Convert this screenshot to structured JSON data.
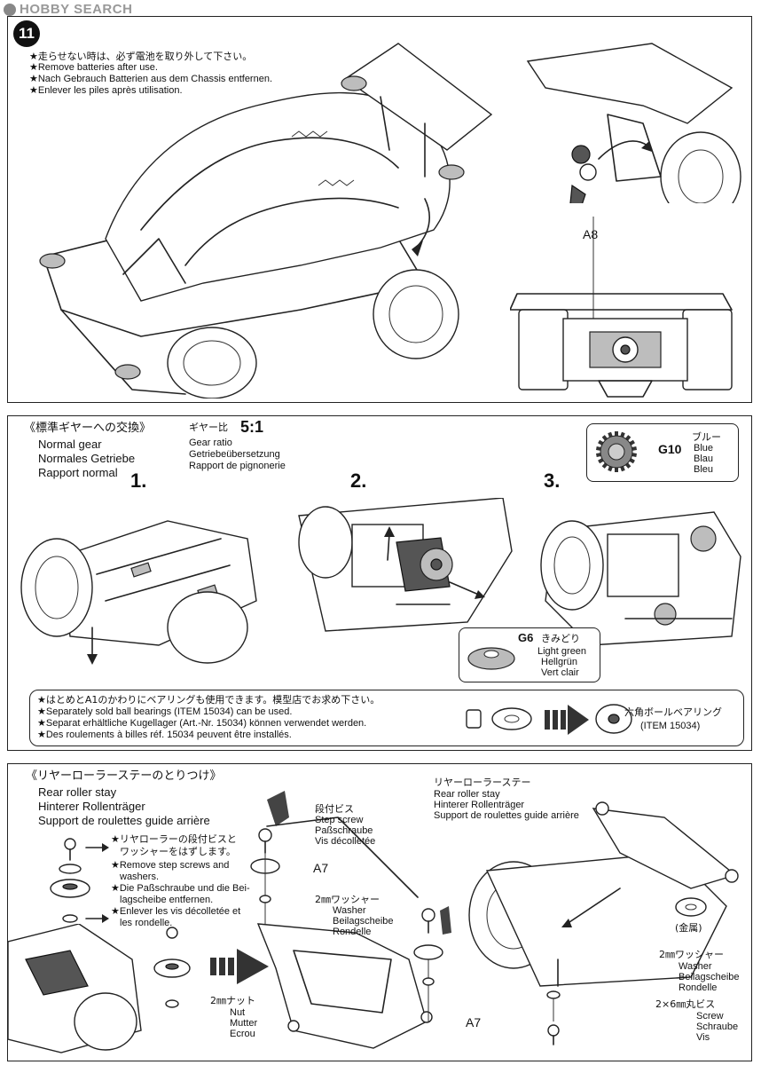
{
  "watermark": {
    "text": "HOBBY SEARCH"
  },
  "step11": {
    "number": "11",
    "notes": [
      "★走らせない時は、必ず電池を取り外して下さい。",
      "★Remove batteries after use.",
      "★Nach Gebrauch Batterien aus dem Chassis entfernen.",
      "★Enlever les piles après utilisation."
    ],
    "part_label": "A8"
  },
  "gear": {
    "heading_jp": "《標準ギヤーへの交換》",
    "heading_en": "Normal gear",
    "heading_de": "Normales Getriebe",
    "heading_fr": "Rapport normal",
    "ratio_jp": "ギヤー比",
    "ratio_value": "5:1",
    "ratio_en": "Gear ratio",
    "ratio_de": "Getriebeübersetzung",
    "ratio_fr": "Rapport de pignonerie",
    "steps": [
      "1.",
      "2.",
      "3."
    ],
    "g10": {
      "code": "G10",
      "jp": "ブルー",
      "en": "Blue",
      "de": "Blau",
      "fr": "Bleu"
    },
    "g6": {
      "code": "G6",
      "jp": "きみどり",
      "en": "Light green",
      "de": "Hellgrün",
      "fr": "Vert clair"
    },
    "bearing_notes": [
      "★はとめとA1のかわりにベアリングも使用できます。模型店でお求め下さい。",
      "★Separately sold ball bearings (ITEM 15034) can be used.",
      "★Separat erhältliche Kugellager (Art.-Nr. 15034) können verwendet werden.",
      "★Des roulements à billes réf. 15034 peuvent être installés."
    ],
    "bearing_jp": "六角ボールベアリング",
    "bearing_item": "(ITEM 15034)"
  },
  "rear": {
    "heading_jp": "《リヤーローラーステーのとりつけ》",
    "heading_en": "Rear roller stay",
    "heading_de": "Hinterer Rollenträger",
    "heading_fr": "Support de roulettes guide arrière",
    "remove_notes": [
      "★リヤローラーの段付ビスと",
      "ワッシャーをはずします。",
      "★Remove step screws and",
      "washers.",
      "★Die Paßschraube und die Bei-",
      "lagscheibe entfernen.",
      "★Enlever les vis décolletée et",
      "les rondelle."
    ],
    "step_screw": [
      "段付ビス",
      "Step screw",
      "Paßschraube",
      "Vis décolletée"
    ],
    "a7": "A7",
    "washer": [
      "2㎜ワッシャー",
      "Washer",
      "Beilagscheibe",
      "Rondelle"
    ],
    "nut": [
      "2㎜ナット",
      "Nut",
      "Mutter",
      "Ecrou"
    ],
    "stay_right": [
      "リヤーローラーステー",
      "Rear roller stay",
      "Hinterer Rollenträger",
      "Support de roulettes guide arrière"
    ],
    "metal": "(金属)",
    "washer_right": [
      "2㎜ワッシャー",
      "Washer",
      "Beilagscheibe",
      "Rondelle"
    ],
    "screw_right": [
      "2×6㎜丸ビス",
      "Screw",
      "Schraube",
      "Vis"
    ]
  }
}
